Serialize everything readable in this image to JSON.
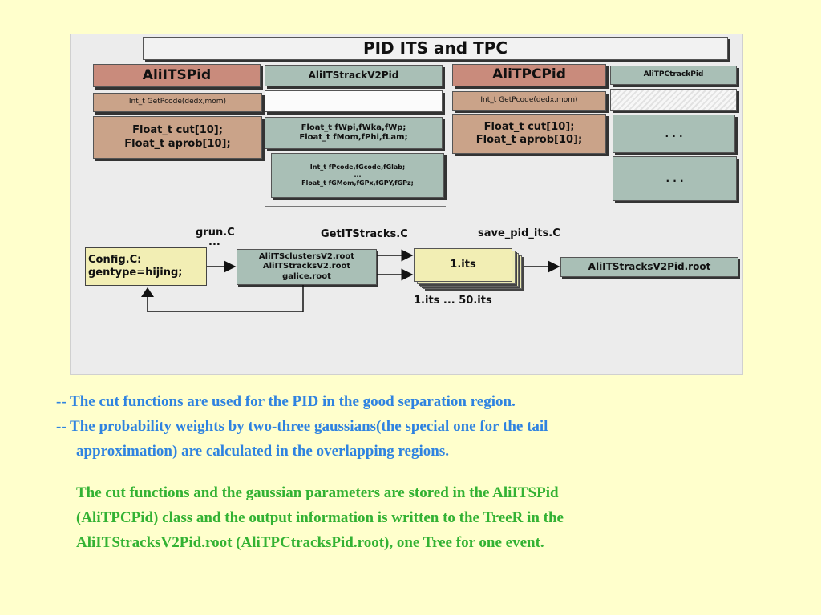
{
  "diagram": {
    "title": "PID ITS and TPC",
    "columns": {
      "its_pid": {
        "header": "AliITSPid",
        "method": "Int_t GetPcode(dedx,mom)",
        "members": [
          "Float_t  cut[10];",
          "Float_t  aprob[10];"
        ]
      },
      "its_track": {
        "header": "AliITStrackV2Pid",
        "members1": [
          "Float_t fWpi,fWka,fWp;",
          "Float_t  fMom,fPhi,fLam;"
        ],
        "members2": [
          "Int_t  fPcode,fGcode,fGlab;",
          "...",
          "Float_t  fGMom,fGPx,fGPY,fGPz;"
        ]
      },
      "tpc_pid": {
        "header": "AliTPCPid",
        "method": "Int_t GetPcode(dedx,mom)",
        "members": [
          "Float_t  cut[10];",
          "Float_t  aprob[10];"
        ]
      },
      "tpc_track": {
        "header": "AliTPCtrackPid",
        "ellipsis1": ". . .",
        "ellipsis2": ". . ."
      }
    },
    "flow": {
      "grun_label": "grun.C",
      "grun_dots": "...",
      "getits_label": "GetITStracks.C",
      "save_label": "save_pid_its.C",
      "config": [
        "Config.C:",
        "gentype=hijing;"
      ],
      "files": [
        "AliITSclustersV2.root",
        "AliITStracksV2.root",
        "galice.root"
      ],
      "stack": "1.its",
      "stack_range": "1.its ... 50.its",
      "output": "AliITStracksV2Pid.root"
    }
  },
  "text": {
    "bullet1": "-- The cut functions are used for the PID in the good separation region.",
    "bullet2_line1": "-- The probability weights by two-three gaussians(the special one for the tail",
    "bullet2_line2": "approximation) are calculated in the overlapping regions.",
    "note_line1": "The cut functions and the gaussian parameters are stored in the AliITSPid",
    "note_line2": "(AliTPCPid) class and the output information is written to the TreeR in the",
    "note_line3": "AliITStracksV2Pid.root (AliTPCtracksPid.root), one Tree for one event."
  },
  "colors": {
    "page_background": "#ffffcc",
    "bullet_text": "#2f83e0",
    "note_text": "#33b233"
  }
}
